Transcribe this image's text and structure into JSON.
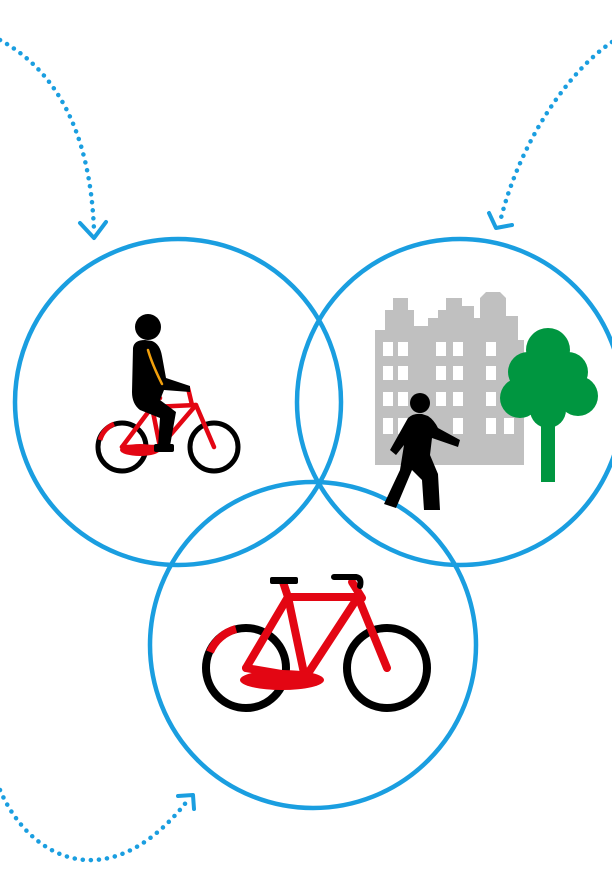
{
  "diagram": {
    "colors": {
      "circle_stroke": "#1a9ee0",
      "arrow": "#1a9ee0",
      "bike_frame": "#e30613",
      "tire": "#000000",
      "person": "#000000",
      "highlight": "#f2a00c",
      "building": "#c0c0c0",
      "tree": "#009640",
      "background": "#ffffff"
    },
    "circles": [
      {
        "id": "cyclist",
        "content": [
          "cyclist-icon",
          "person-riding-bike-icon"
        ]
      },
      {
        "id": "city",
        "content": [
          "building-icon",
          "pedestrian-icon",
          "tree-icon"
        ]
      },
      {
        "id": "bicycle",
        "content": [
          "bicycle-icon"
        ]
      }
    ],
    "arrows": [
      {
        "id": "top-left",
        "style": "dotted-curved",
        "direction": "into-cyclist-circle"
      },
      {
        "id": "top-right",
        "style": "dotted-curved",
        "direction": "into-city-circle"
      },
      {
        "id": "bottom-left",
        "style": "dotted-curved",
        "direction": "into-bicycle-circle"
      }
    ]
  }
}
